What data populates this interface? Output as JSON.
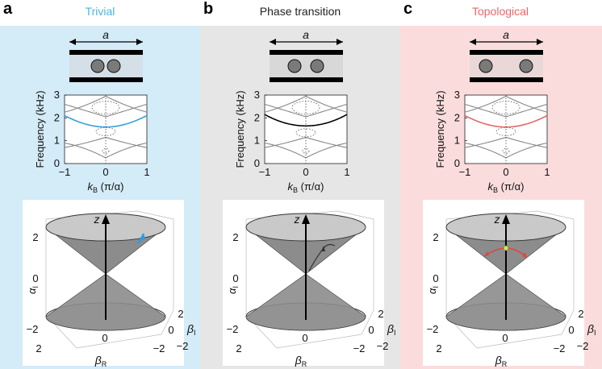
{
  "panels": [
    {
      "letter": "a",
      "title": "Trivial",
      "title_color": "#4fb3e0",
      "bg": "#d4ebf8",
      "band_color": "#3aa0d8",
      "cell_fill": "#d4dfe8",
      "path_color": "#2f9ae0"
    },
    {
      "letter": "b",
      "title": "Phase transition",
      "title_color": "#222222",
      "bg": "#e6e6e6",
      "band_color": "#000000",
      "cell_fill": "#d8d8d8",
      "path_color": "#333333"
    },
    {
      "letter": "c",
      "title": "Topological",
      "title_color": "#ee6666",
      "bg": "#fbdcdc",
      "band_color": "#e06a6a",
      "cell_fill": "#ead8d8",
      "path_color": "#e04444"
    }
  ],
  "cell_label": "a",
  "band_plot": {
    "ylabel": "Frequency (kHz)",
    "xlabel_main": "k",
    "xlabel_sub": "B",
    "xlabel_unit": " (π/α)",
    "xticks": [
      "−1",
      "0",
      "1"
    ],
    "yticks": [
      "0",
      "1",
      "2",
      "3"
    ]
  },
  "cone_plot": {
    "z_label": "z",
    "alpha_label": "α",
    "alpha_sub": "I",
    "bR_label": "β",
    "bR_sub": "R",
    "bI_label": "β",
    "bI_sub": "I",
    "zticks": [
      "2",
      "0",
      "−2"
    ],
    "bR_ticks": [
      "2",
      "0",
      "−2"
    ],
    "bI_ticks": [
      "2",
      "0",
      "−2"
    ]
  }
}
